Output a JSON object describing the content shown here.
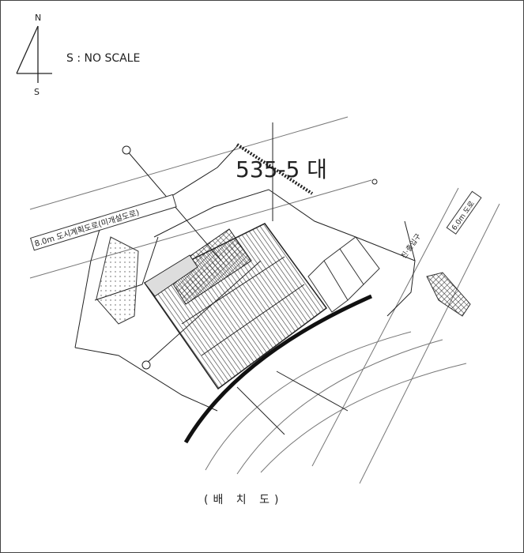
{
  "north_arrow": {
    "north_label": "N",
    "south_label": "S"
  },
  "scale_note": "S : NO SCALE",
  "lot_label": "535-5 대",
  "road_label_left": "8.0m 도시계획도로(미개설도로)",
  "road_label_right": "6.0m 도로",
  "entrance_label": "진·출입구",
  "caption": "(배 치 도)"
}
